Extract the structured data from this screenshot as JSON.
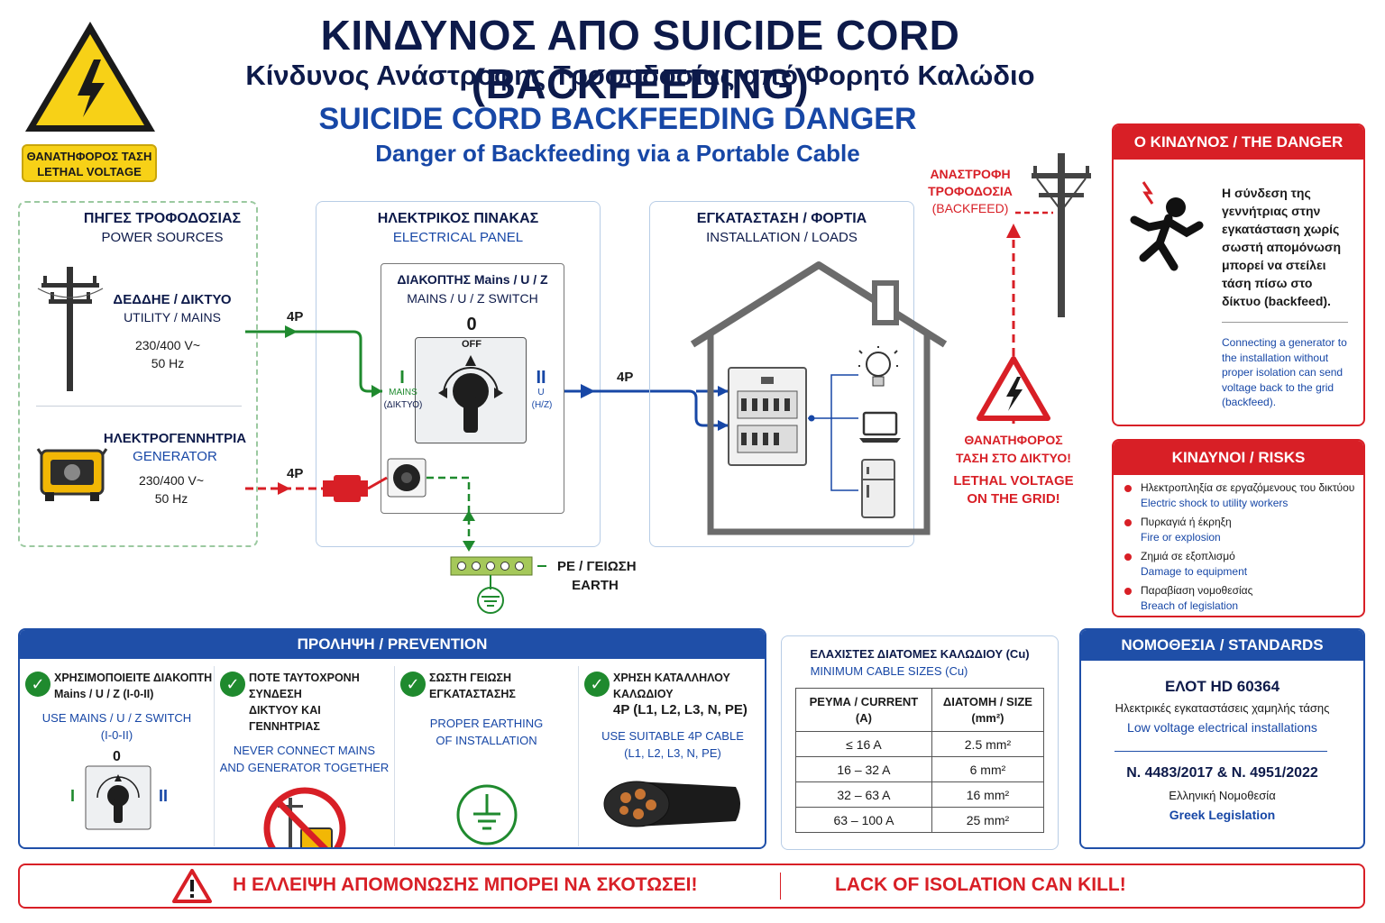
{
  "header": {
    "title_main": "ΚΙΝΔΥΝΟΣ ΑΠΟ SUICIDE CORD (BACKFEEDING)",
    "title_greek": "Κίνδυνος Ανάστροφης Τροφοδοσίας από Φορητό Καλώδιο",
    "title_en": "SUICIDE CORD BACKFEEDING DANGER",
    "title_en_sub": "Danger of Backfeeding via a Portable Cable",
    "badge_line1": "ΘΑΝΑΤΗΦΟΡΟΣ ΤΑΣΗ",
    "badge_line2": "LETHAL VOLTAGE",
    "sign_icon": "high-voltage-warning-icon"
  },
  "sources": {
    "title": "ΠΗΓΕΣ ΤΡΟΦΟΔΟΣΙΑΣ",
    "title_en": "POWER SOURCES",
    "mains_title": "ΔΕΔΔΗΕ / ΔΙΚΤΥΟ",
    "mains_en": "UTILITY / MAINS",
    "mains_voltage": "230/400 V~",
    "mains_freq": "50 Hz",
    "gen_title": "ΗΛΕΚΤΡΟΓΕΝΝΗΤΡΙΑ",
    "gen_en": "GENERATOR",
    "gen_voltage": "230/400 V~",
    "gen_freq": "50 Hz",
    "label_4p_mains": "4P",
    "label_4p_gen": "4P"
  },
  "panel": {
    "title": "ΗΛΕΚΤΡΙΚΟΣ ΠΙΝΑΚΑΣ",
    "title_en": "ELECTRICAL PANEL",
    "switch_title": "ΔΙΑΚΟΠΤΗΣ Mains / U / Z",
    "switch_en": "MAINS / U / Z SWITCH",
    "pos_zero": "0",
    "pos_off": "OFF",
    "pos_one": "I",
    "pos_one_label1": "MAINS",
    "pos_one_label2": "(ΔΙΚΤΥΟ)",
    "pos_two": "II",
    "pos_two_label1": "U",
    "pos_two_label2": "(H/Z)",
    "label_4p_out": "4P",
    "earth_label": "PE / ΓΕΙΩΣΗ",
    "earth_en": "EARTH"
  },
  "installation": {
    "title": "ΕΓΚΑΤΑΣΤΑΣΗ / ΦΟΡΤΙΑ",
    "title_en": "INSTALLATION / LOADS"
  },
  "backfeed": {
    "label1": "ΑΝΑΣΤΡΟΦΗ",
    "label2": "ΤΡΟΦΟΔΟΣΙΑ",
    "label3": "(BACKFEED)",
    "lethal1": "ΘΑΝΑΤΗΦΟΡΟΣ",
    "lethal2": "ΤΑΣΗ ΣΤΟ ΔΙΚΤΥΟ!",
    "lethal_en1": "LETHAL VOLTAGE",
    "lethal_en2": "ON THE GRID!"
  },
  "danger_card": {
    "title": "Ο ΚΙΝΔΥΝΟΣ / THE DANGER",
    "text_el": "Η σύνδεση της γεννήτριας στην εγκατάσταση χωρίς σωστή απομόνωση μπορεί να στείλει τάση πίσω στο δίκτυο (backfeed).",
    "text_en": "Connecting a generator to the installation without proper isolation can send voltage back to the grid (backfeed)."
  },
  "risks_card": {
    "title": "ΚΙΝΔΥΝΟΙ / RISKS",
    "items": [
      {
        "el": "Ηλεκτροπληξία σε εργαζόμενους του δικτύου",
        "en": "Electric shock to utility workers"
      },
      {
        "el": "Πυρκαγιά ή έκρηξη",
        "en": "Fire or explosion"
      },
      {
        "el": "Ζημιά σε εξοπλισμό",
        "en": "Damage to equipment"
      },
      {
        "el": "Παραβίαση νομοθεσίας",
        "en": "Breach of legislation"
      }
    ]
  },
  "prevention": {
    "title": "ΠΡΟΛΗΨΗ / PREVENTION",
    "items": [
      {
        "head1": "ΧΡΗΣΙΜΟΠΟΙΕΙΤΕ ΔΙΑΚΟΠΤΗ",
        "head2": "Mains / U / Z (I-0-II)",
        "en1": "USE MAINS / U / Z SWITCH",
        "en2": "(I-0-II)"
      },
      {
        "head1": "ΠΟΤΕ ΤΑΥΤΟΧΡΟΝΗ ΣΥΝΔΕΣΗ",
        "head2": "ΔΙΚΤΥΟΥ ΚΑΙ ΓΕΝΝΗΤΡΙΑΣ",
        "en1": "NEVER CONNECT MAINS",
        "en2": "AND GENERATOR TOGETHER"
      },
      {
        "head1": "ΣΩΣΤΗ ΓΕΙΩΣΗ ΕΓΚΑΤΑΣΤΑΣΗΣ",
        "head2": "",
        "en1": "PROPER EARTHING",
        "en2": "OF INSTALLATION"
      },
      {
        "head1": "ΧΡΗΣΗ ΚΑΤΑΛΛΗΛΟΥ ΚΑΛΩΔΙΟΥ",
        "head2": "4P (L1, L2, L3, N, PE)",
        "en1": "USE SUITABLE 4P CABLE",
        "en2": "(L1, L2, L3, N, PE)"
      }
    ],
    "switch_zero": "0",
    "switch_one": "I",
    "switch_two": "II"
  },
  "cables": {
    "title": "ΕΛΑΧΙΣΤΕΣ ΔΙΑΤΟΜΕΣ ΚΑΛΩΔΙΟΥ (Cu)",
    "title_en": "MINIMUM CABLE SIZES (Cu)",
    "col1_a": "ΡΕΥΜΑ / CURRENT",
    "col1_b": "(A)",
    "col2_a": "ΔΙΑΤΟΜΗ / SIZE",
    "col2_b": "(mm²)",
    "rows": [
      {
        "current": "≤ 16 A",
        "size": "2.5 mm²"
      },
      {
        "current": "16 – 32 A",
        "size": "6 mm²"
      },
      {
        "current": "32 – 63 A",
        "size": "16 mm²"
      },
      {
        "current": "63 – 100 A",
        "size": "25 mm²"
      }
    ]
  },
  "standards": {
    "title": "ΝΟΜΟΘΕΣΙΑ / STANDARDS",
    "std1": "ΕΛΟΤ HD 60364",
    "std1_el": "Ηλεκτρικές εγκαταστάσεις χαμηλής τάσης",
    "std1_en": "Low voltage electrical installations",
    "std2": "Ν. 4483/2017 & Ν. 4951/2022",
    "std2_el": "Ελληνική Νομοθεσία",
    "std2_en": "Greek Legislation"
  },
  "footer": {
    "text_el": "Η ΕΛΛΕΙΨΗ ΑΠΟΜΟΝΩΣΗΣ ΜΠΟΡΕΙ ΝΑ ΣΚΟΤΩΣΕΙ!",
    "text_en": "LACK OF ISOLATION CAN KILL!"
  },
  "colors": {
    "navy": "#0d1a4a",
    "blue": "#1747a6",
    "red": "#d81f26",
    "green": "#1f8a2e",
    "yellow": "#f7d117"
  }
}
